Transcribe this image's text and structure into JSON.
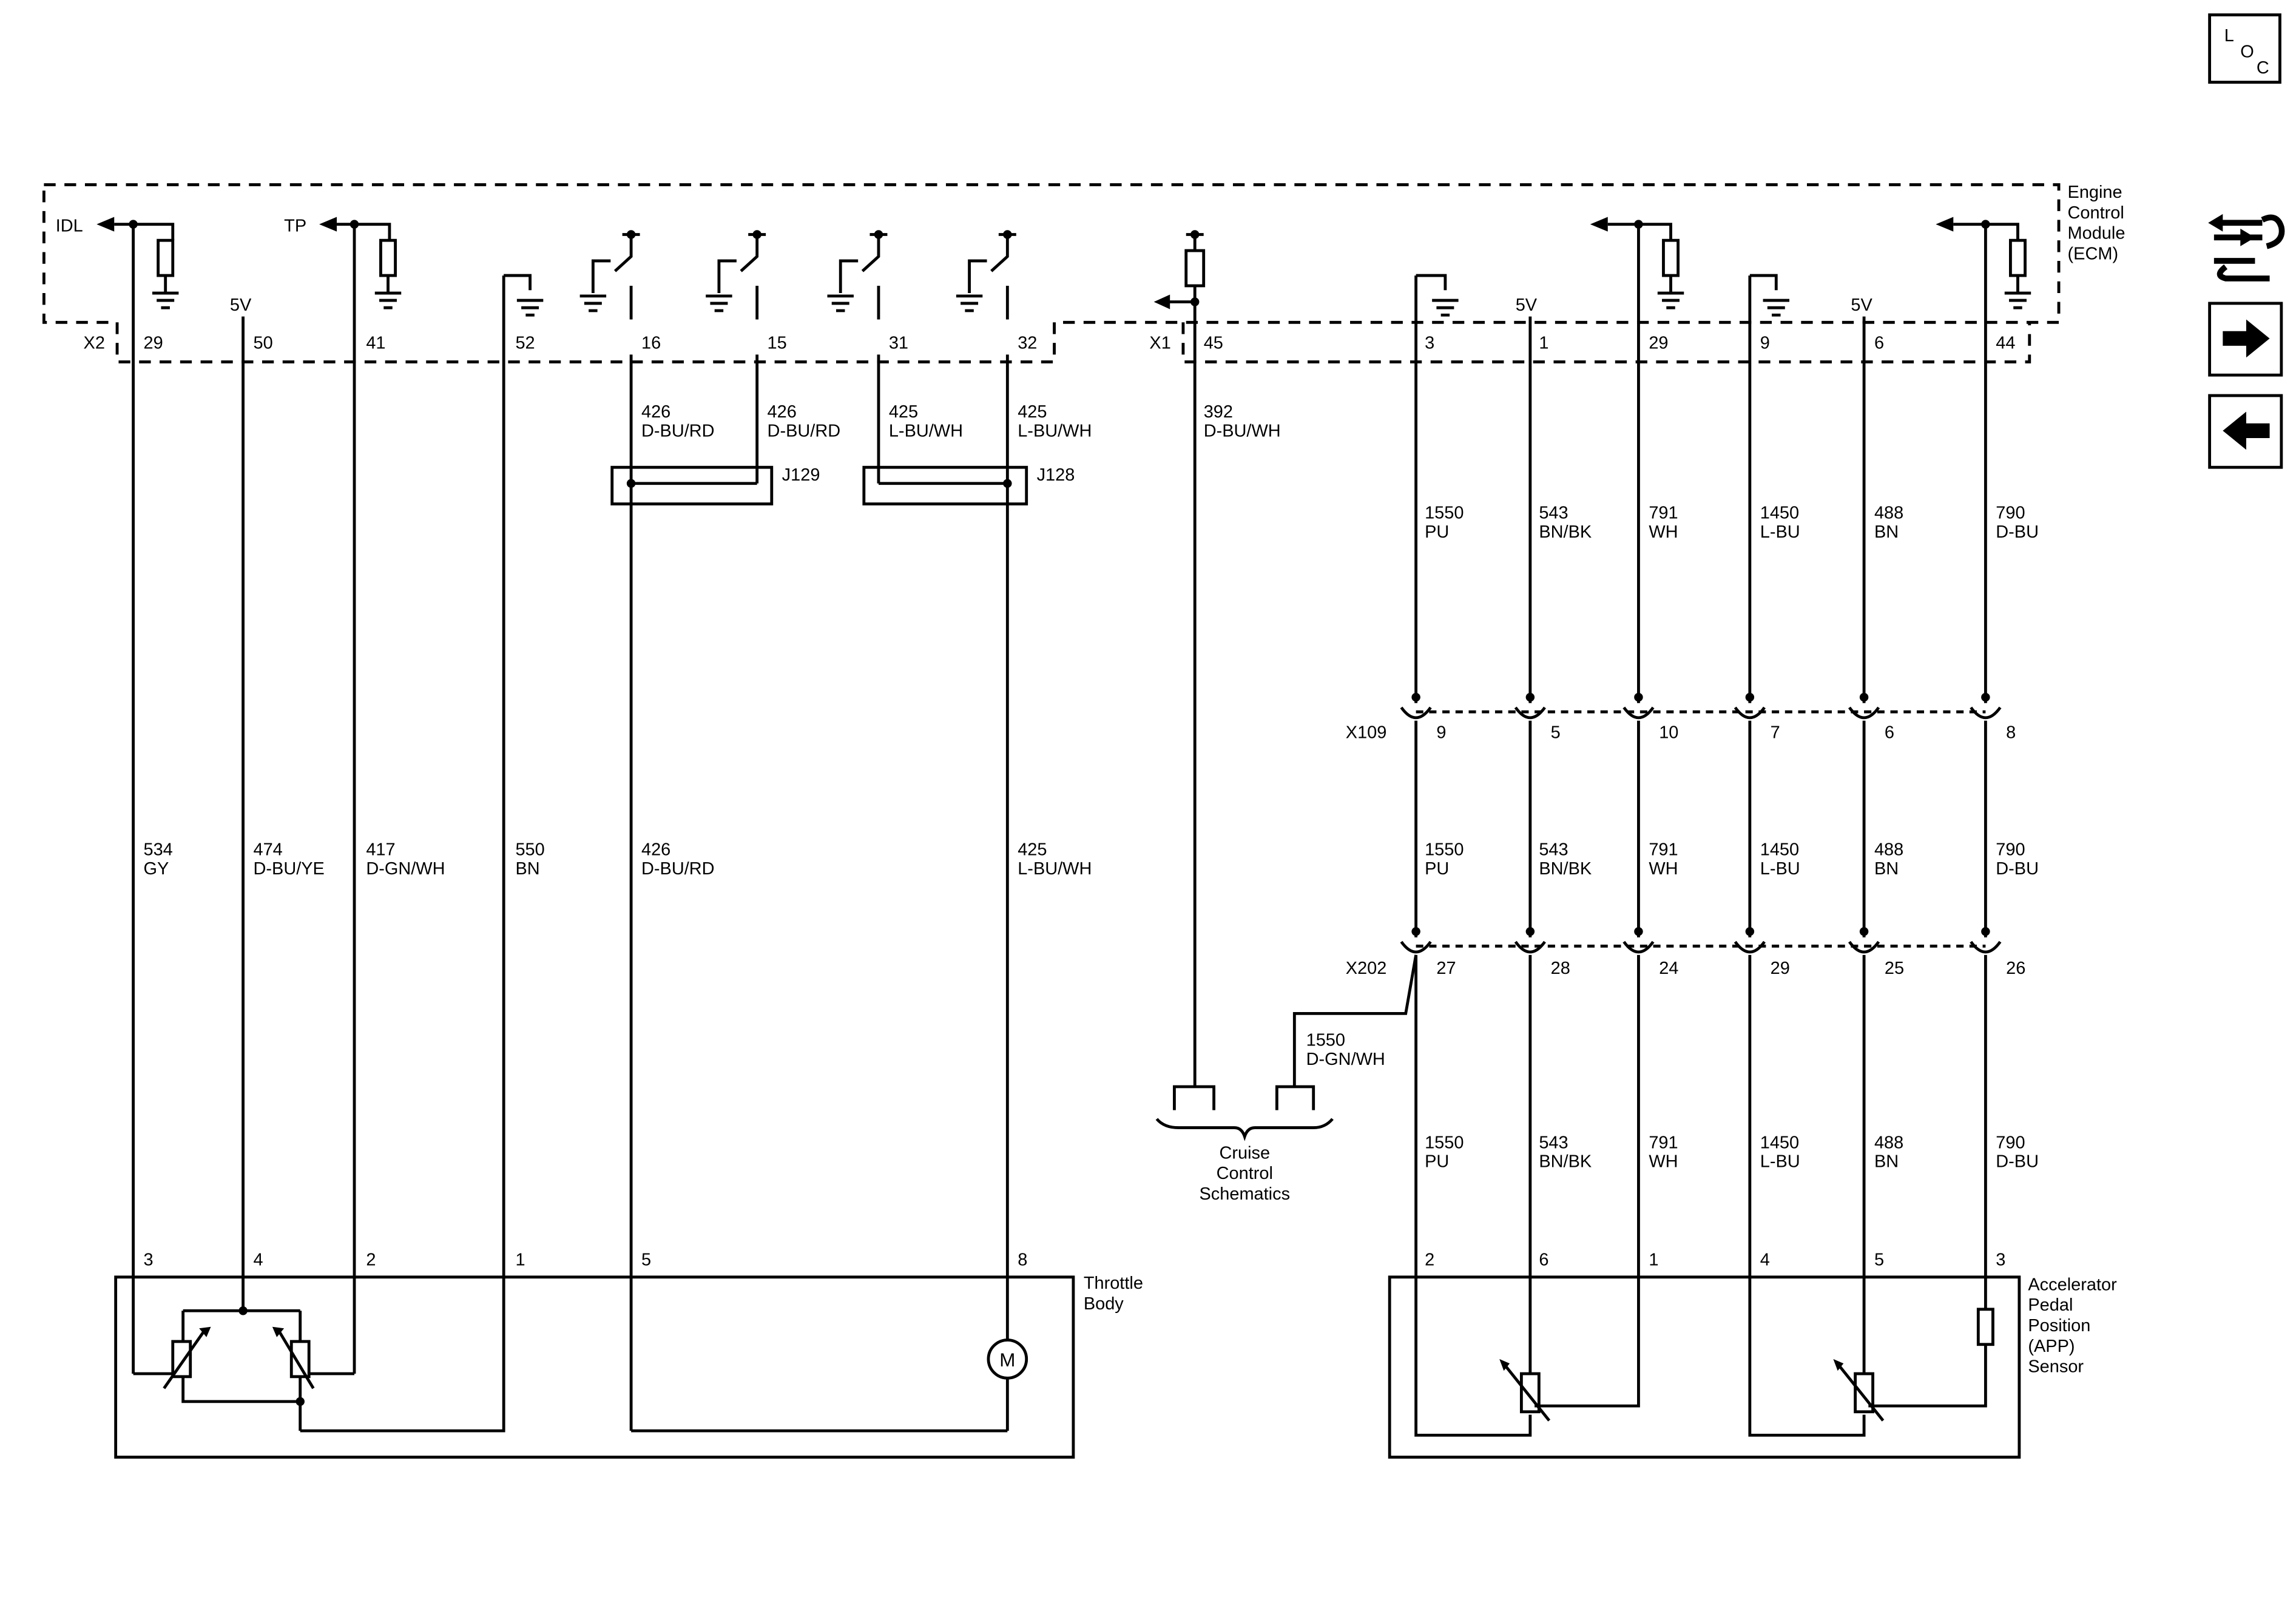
{
  "loc_icon": {
    "l": "L",
    "o": "O",
    "c": "C"
  },
  "side_icons": [
    "wrench-harness-icon",
    "arrow-right-icon",
    "arrow-left-icon"
  ],
  "ecm": {
    "name": [
      "Engine",
      "Control",
      "Module",
      "(ECM)"
    ],
    "x2": "X2",
    "x1": "X1",
    "idl": "IDL",
    "tp": "TP",
    "five_v": "5V",
    "pins": [
      {
        "pin": "29",
        "circuit": "534",
        "color": "GY"
      },
      {
        "pin": "50",
        "circuit": "474",
        "color": "D-BU/YE"
      },
      {
        "pin": "41",
        "circuit": "417",
        "color": "D-GN/WH"
      },
      {
        "pin": "52",
        "circuit": "550",
        "color": "BN"
      },
      {
        "pin": "16",
        "circuit": "426",
        "color": "D-BU/RD"
      },
      {
        "pin": "15",
        "circuit": "426",
        "color": "D-BU/RD"
      },
      {
        "pin": "31",
        "circuit": "425",
        "color": "L-BU/WH"
      },
      {
        "pin": "32",
        "circuit": "425",
        "color": "L-BU/WH"
      },
      {
        "pin": "45",
        "circuit": "392",
        "color": "D-BU/WH"
      },
      {
        "pin": "3",
        "circuit": "1550",
        "color": "PU"
      },
      {
        "pin": "1",
        "circuit": "543",
        "color": "BN/BK"
      },
      {
        "pin": "29",
        "circuit": "791",
        "color": "WH"
      },
      {
        "pin": "9",
        "circuit": "1450",
        "color": "L-BU"
      },
      {
        "pin": "6",
        "circuit": "488",
        "color": "BN"
      },
      {
        "pin": "44",
        "circuit": "790",
        "color": "D-BU"
      }
    ]
  },
  "splices": {
    "j129": "J129",
    "j128": "J128"
  },
  "throttle_wires": [
    {
      "circuit": "534",
      "color": "GY"
    },
    {
      "circuit": "474",
      "color": "D-BU/YE"
    },
    {
      "circuit": "417",
      "color": "D-GN/WH"
    },
    {
      "circuit": "550",
      "color": "BN"
    },
    {
      "circuit": "426",
      "color": "D-BU/RD"
    },
    {
      "circuit": "425",
      "color": "L-BU/WH"
    }
  ],
  "throttle_body": {
    "name": [
      "Throttle",
      "Body"
    ],
    "pins": [
      "3",
      "4",
      "2",
      "1",
      "5",
      "8"
    ],
    "motor": "M"
  },
  "x109": {
    "name": "X109",
    "pins": [
      "9",
      "5",
      "10",
      "7",
      "6",
      "8"
    ]
  },
  "x202": {
    "name": "X202",
    "pins": [
      "27",
      "28",
      "24",
      "29",
      "25",
      "26"
    ]
  },
  "app_wires": [
    {
      "circuit": "1550",
      "color": "PU"
    },
    {
      "circuit": "543",
      "color": "BN/BK"
    },
    {
      "circuit": "791",
      "color": "WH"
    },
    {
      "circuit": "1450",
      "color": "L-BU"
    },
    {
      "circuit": "488",
      "color": "BN"
    },
    {
      "circuit": "790",
      "color": "D-BU"
    }
  ],
  "cruise": {
    "branch_circuit": "1550",
    "branch_color": "D-GN/WH",
    "label": [
      "Cruise",
      "Control",
      "Schematics"
    ]
  },
  "app_sensor": {
    "name": [
      "Accelerator",
      "Pedal",
      "Position",
      "(APP)",
      "Sensor"
    ],
    "pins": [
      "2",
      "6",
      "1",
      "4",
      "5",
      "3"
    ]
  }
}
